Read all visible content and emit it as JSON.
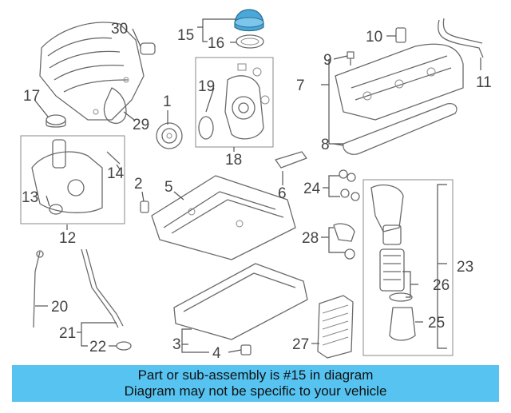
{
  "callouts": {
    "c1": "1",
    "c2": "2",
    "c3": "3",
    "c4": "4",
    "c5": "5",
    "c6": "6",
    "c7": "7",
    "c8": "8",
    "c9": "9",
    "c10": "10",
    "c11": "11",
    "c12": "12",
    "c13": "13",
    "c14": "14",
    "c15": "15",
    "c16": "16",
    "c17": "17",
    "c18": "18",
    "c19": "19",
    "c20": "20",
    "c21": "21",
    "c22": "22",
    "c23": "23",
    "c24": "24",
    "c25": "25",
    "c26": "26",
    "c27": "27",
    "c28": "28",
    "c29": "29",
    "c30": "30"
  },
  "highlight_color": "#4aa8d8",
  "banner": {
    "line1": "Part or sub-assembly is #15 in diagram",
    "line2": "Diagram may not be specific to your vehicle",
    "background": "#56c3f1"
  }
}
